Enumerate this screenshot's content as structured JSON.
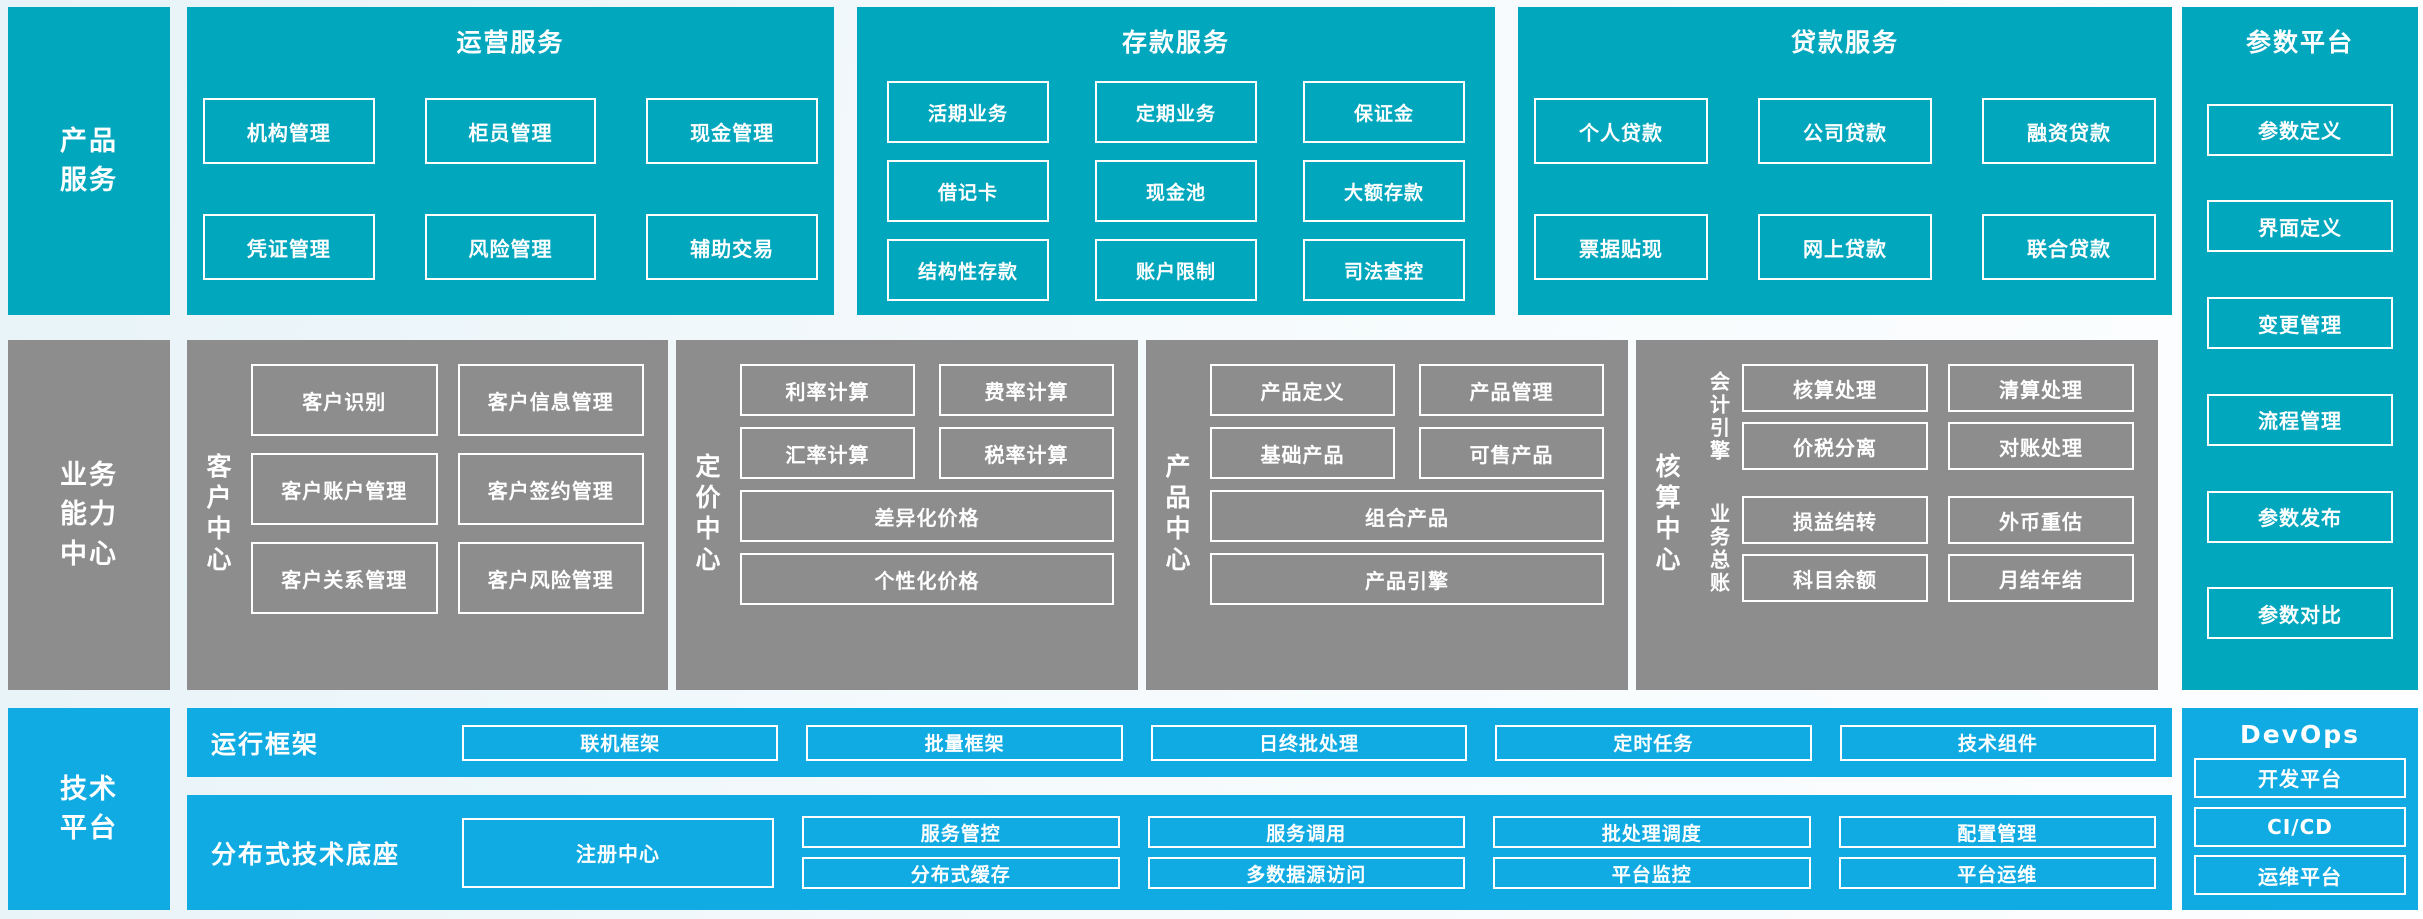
{
  "colors": {
    "teal": "#00a7bd",
    "gray": "#8d8d8d",
    "blue": "#10abe3",
    "text": "#ffffff"
  },
  "top": {
    "band_label": "产品\n服务",
    "operation": {
      "title": "运营服务",
      "boxes": [
        "机构管理",
        "柜员管理",
        "现金管理",
        "凭证管理",
        "风险管理",
        "辅助交易"
      ]
    },
    "deposit": {
      "title": "存款服务",
      "boxes": [
        "活期业务",
        "定期业务",
        "保证金",
        "借记卡",
        "现金池",
        "大额存款",
        "结构性存款",
        "账户限制",
        "司法查控"
      ]
    },
    "loan": {
      "title": "贷款服务",
      "boxes": [
        "个人贷款",
        "公司贷款",
        "融资贷款",
        "票据贴现",
        "网上贷款",
        "联合贷款"
      ]
    }
  },
  "param_platform": {
    "title": "参数平台",
    "boxes": [
      "参数定义",
      "界面定义",
      "变更管理",
      "流程管理",
      "参数发布",
      "参数对比"
    ]
  },
  "middle": {
    "band_label": "业务\n能力\n中心",
    "customer": {
      "label": "客户中心",
      "boxes": [
        "客户识别",
        "客户信息管理",
        "客户账户管理",
        "客户签约管理",
        "客户关系管理",
        "客户风险管理"
      ]
    },
    "pricing": {
      "label": "定价中心",
      "pair_boxes": [
        "利率计算",
        "费率计算",
        "汇率计算",
        "税率计算"
      ],
      "wide_boxes": [
        "差异化价格",
        "个性化价格"
      ]
    },
    "product": {
      "label": "产品中心",
      "pair_boxes": [
        "产品定义",
        "产品管理",
        "基础产品",
        "可售产品"
      ],
      "wide_boxes": [
        "组合产品",
        "产品引擎"
      ]
    },
    "accounting": {
      "label": "核算中心",
      "groups": [
        {
          "label": "会计引擎",
          "boxes": [
            "核算处理",
            "清算处理",
            "价税分离",
            "对账处理"
          ]
        },
        {
          "label": "业务总账",
          "boxes": [
            "损益结转",
            "外币重估",
            "科目余额",
            "月结年结"
          ]
        }
      ]
    }
  },
  "bottom": {
    "band_label": "技术\n平台",
    "runtime": {
      "label": "运行框架",
      "boxes": [
        "联机框架",
        "批量框架",
        "日终批处理",
        "定时任务",
        "技术组件"
      ]
    },
    "base": {
      "label": "分布式技术底座",
      "registry": "注册中心",
      "grid": [
        "服务管控",
        "服务调用",
        "批处理调度",
        "配置管理",
        "分布式缓存",
        "多数据源访问",
        "平台监控",
        "平台运维"
      ]
    },
    "devops": {
      "title": "DevOps",
      "boxes": [
        "开发平台",
        "CI/CD",
        "运维平台"
      ]
    }
  }
}
